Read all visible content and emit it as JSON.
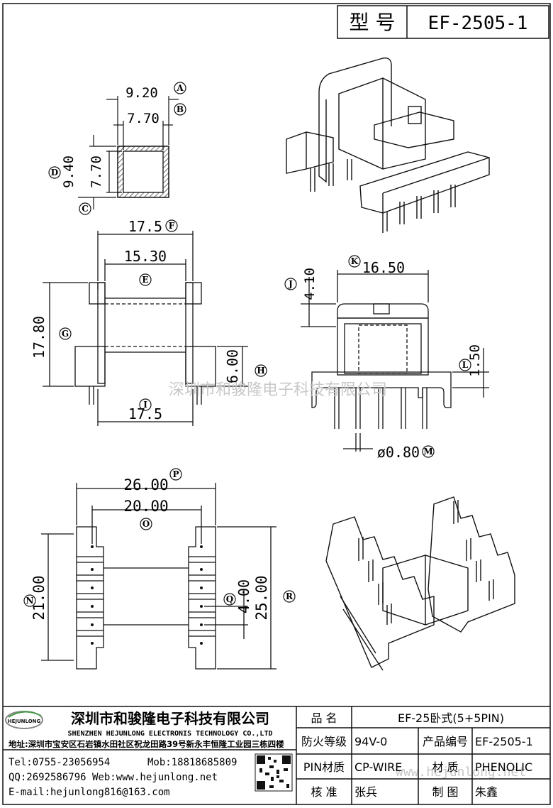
{
  "title_block": {
    "model_label": "型 号",
    "model_value": "EF-2505-1"
  },
  "dimensions": {
    "a": "9.20",
    "b": "7.70",
    "c_height": "9.40",
    "d_height": "7.70",
    "f": "17.5",
    "e": "15.30",
    "g": "17.80",
    "h": "6.00",
    "i": "17.5",
    "k": "16.50",
    "j": "4.10",
    "l": "1.50",
    "m": "ø0.80",
    "p": "26.00",
    "o": "20.00",
    "n": "21.00",
    "q": "4.00",
    "r": "25.00"
  },
  "markers": {
    "a": "A",
    "b": "B",
    "c": "C",
    "d": "D",
    "e": "E",
    "f": "F",
    "g": "G",
    "h": "H",
    "i": "I",
    "j": "J",
    "k": "K",
    "l": "L",
    "m": "M",
    "n": "N",
    "o": "O",
    "p": "P",
    "q": "Q",
    "r": "R"
  },
  "watermark": "深圳市和骏隆电子科技有限公司",
  "watermark2": "www.hejunlong.net",
  "company": {
    "name_cn": "深圳市和骏隆电子科技有限公司",
    "name_en": "SHENZHEN HEJUNLONG ELECTRONIS TECHNOLOGY CO.,LTD",
    "logo_text": "HEJUNLONG",
    "address": "地址:深圳市宝安区石岩镇水田社区祝龙田路39号新永丰恒隆工业园三栋四楼",
    "tel": "Tel:0755-23056954",
    "mob": "Mob:18818685809",
    "qq_web": "QQ:2692586796 Web:www.hejunlong.net",
    "email": "E-mail:hejunlong816@163.com"
  },
  "spec_table": {
    "name_label": "品 名",
    "name_value": "EF-25卧式(5+5PIN)",
    "fire_label": "防火等级",
    "fire_value": "94V-0",
    "code_label": "产品编号",
    "code_value": "EF-2505-1",
    "pin_label": "PIN材质",
    "pin_value": "CP-WIRE",
    "mat_label": "材 质",
    "mat_value": "PHENOLIC",
    "check_label": "核 准",
    "check_value": "张兵",
    "draw_label": "制 图",
    "draw_value": "朱鑫"
  },
  "colors": {
    "line": "#111111",
    "watermark": "#c8c8c8"
  }
}
